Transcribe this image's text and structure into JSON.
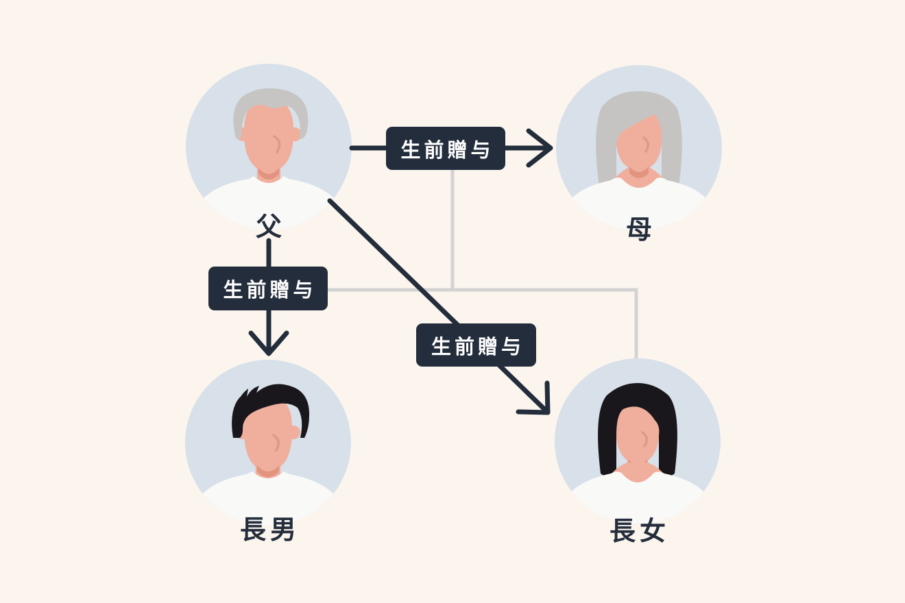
{
  "diagram": {
    "background_color": "#FCF5EE",
    "palette": {
      "node_circle": "#D8E0E9",
      "arrow_dark": "#232D3B",
      "family_connector_gray": "#D3D3D3",
      "label_box_bg": "#232D3B",
      "label_box_text": "#FFFFFF",
      "name_text": "#232D3B",
      "skin": "#F0AE9D",
      "skin_shadow": "#E29480",
      "gray_hair": "#C6C5C3",
      "black_hair": "#1A171C",
      "shirt_white": "#F9F9F7"
    },
    "nodes": [
      {
        "id": "father",
        "label": "父",
        "avatar": "elderly-man-gray-hair"
      },
      {
        "id": "mother",
        "label": "母",
        "avatar": "elderly-woman-gray-hair"
      },
      {
        "id": "son",
        "label": "長男",
        "avatar": "young-man-black-hair"
      },
      {
        "id": "daughter",
        "label": "長女",
        "avatar": "young-woman-black-hair"
      }
    ],
    "edges": [
      {
        "from": "父",
        "to": "母",
        "label": "生前贈与",
        "style": "horizontal-arrow"
      },
      {
        "from": "父",
        "to": "長男",
        "label": "生前贈与",
        "style": "vertical-arrow"
      },
      {
        "from": "父",
        "to": "長女",
        "label": "生前贈与",
        "style": "diagonal-arrow"
      }
    ],
    "family_tree_connector": {
      "description": "gray right-angle lines linking the parents' couple line to the two children",
      "color": "#D3D3D3"
    }
  }
}
